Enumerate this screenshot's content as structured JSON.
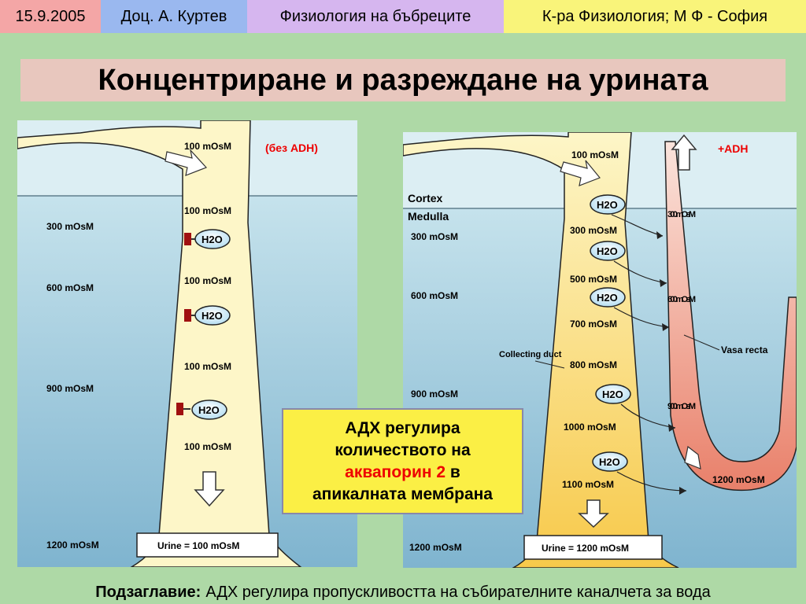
{
  "header": {
    "date": "15.9.2005",
    "author": "Доц. А. Куртев",
    "topic": "Физиология на бъбреците",
    "dept": "К-ра Физиология; М Ф - София",
    "colors": {
      "date": "#f4a6a6",
      "author": "#9ab8ef",
      "topic": "#d6b6ef",
      "dept": "#f9f47a",
      "background": "#aed9a6"
    }
  },
  "title": "Концентриране и разреждане на урината",
  "left_panel": {
    "condition": "(без ADH)",
    "interstitium_labels": [
      "300 mOsM",
      "600 mOsM",
      "900 mOsM",
      "1200 mOsM"
    ],
    "tubule_labels": [
      "100 mOsM",
      "100 mOsM",
      "100 mOsM",
      "100 mOsM",
      "100 mOsM"
    ],
    "water_label": "H2O",
    "urine_label": "Urine = 100 mOsM"
  },
  "right_panel": {
    "condition": "+ADH",
    "cortex_label": "Cortex",
    "medulla_label": "Medulla",
    "interstitium_labels": [
      "300 mOsM",
      "600 mOsM",
      "900 mOsM",
      "1200 mOsM"
    ],
    "tubule_labels": [
      "100 mOsM",
      "300 mOsM",
      "500 mOsM",
      "700 mOsM",
      "800 mOsM",
      "1000 mOsM",
      "1100 mOsM"
    ],
    "collecting_duct_label": "Collecting duct",
    "vasa_recta_label": "Vasa recta",
    "vasa_labels": [
      "300 mOsM",
      "600 mOsM",
      "900 mOsM",
      "1200 mOsM"
    ],
    "water_label": "H2O",
    "urine_label": "Urine = 1200 mOsM"
  },
  "callout": {
    "line1": "АДХ регулира",
    "line2": "количеството на",
    "highlight": "аквапорин 2",
    "line3_suffix": " в",
    "line4": "апикалната мембрана"
  },
  "subtitle": {
    "label": "Подзаглавие:",
    "text": "АДХ регулира пропускливостта на събирателните каналчета за вода"
  }
}
